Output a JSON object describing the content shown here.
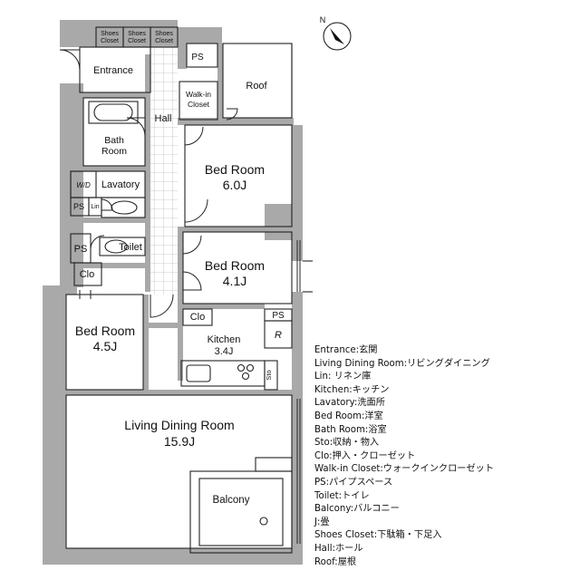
{
  "compass": {
    "label": "N"
  },
  "rooms": {
    "shoes_closet_1": "Shoes\nCloset",
    "shoes_closet_2": "Shoes\nCloset",
    "shoes_closet_3": "Shoes\nCloset",
    "entrance": "Entrance",
    "ps_top": "PS",
    "walkin_closet": "Walk-in\nCloset",
    "roof": "Roof",
    "hall": "Hall",
    "bath_room": "Bath\nRoom",
    "bed_room_a": "Bed Room\n6.0J",
    "wd": "W/D",
    "lavatory": "Lavatory",
    "ps_lav": "PS",
    "lin": "Lin",
    "ps_toilet": "PS",
    "toilet": "Toilet",
    "bed_room_b": "Bed Room\n4.1J",
    "clo_left": "Clo",
    "clo_center": "Clo",
    "ps_kitchen": "PS",
    "refrigerator": "R",
    "bed_room_c": "Bed Room\n4.5J",
    "kitchen": "Kitchen\n3.4J",
    "sto": "Sto",
    "living": "Living Dining Room\n15.9J",
    "balcony": "Balcony"
  },
  "legend": [
    "Entrance:玄関",
    "Living Dining Room:リビングダイニング",
    "Lin: リネン庫",
    "Kitchen:キッチン",
    "Lavatory:洗面所",
    "Bed Room:洋室",
    "Bath Room:浴室",
    "Sto:収納・物入",
    "Clo:押入・クローゼット",
    "Walk-in Closet:ウォークインクローゼット",
    "PS:パイプスペース",
    "Toilet:トイレ",
    "Balcony:バルコニー",
    "J:畳",
    "Shoes Closet:下駄箱・下足入",
    "Hall:ホール",
    "Roof:屋根"
  ],
  "colors": {
    "wall": "#a9a9a9",
    "line": "#222222",
    "hall_grid": "#bbbbbb",
    "background": "#ffffff"
  }
}
